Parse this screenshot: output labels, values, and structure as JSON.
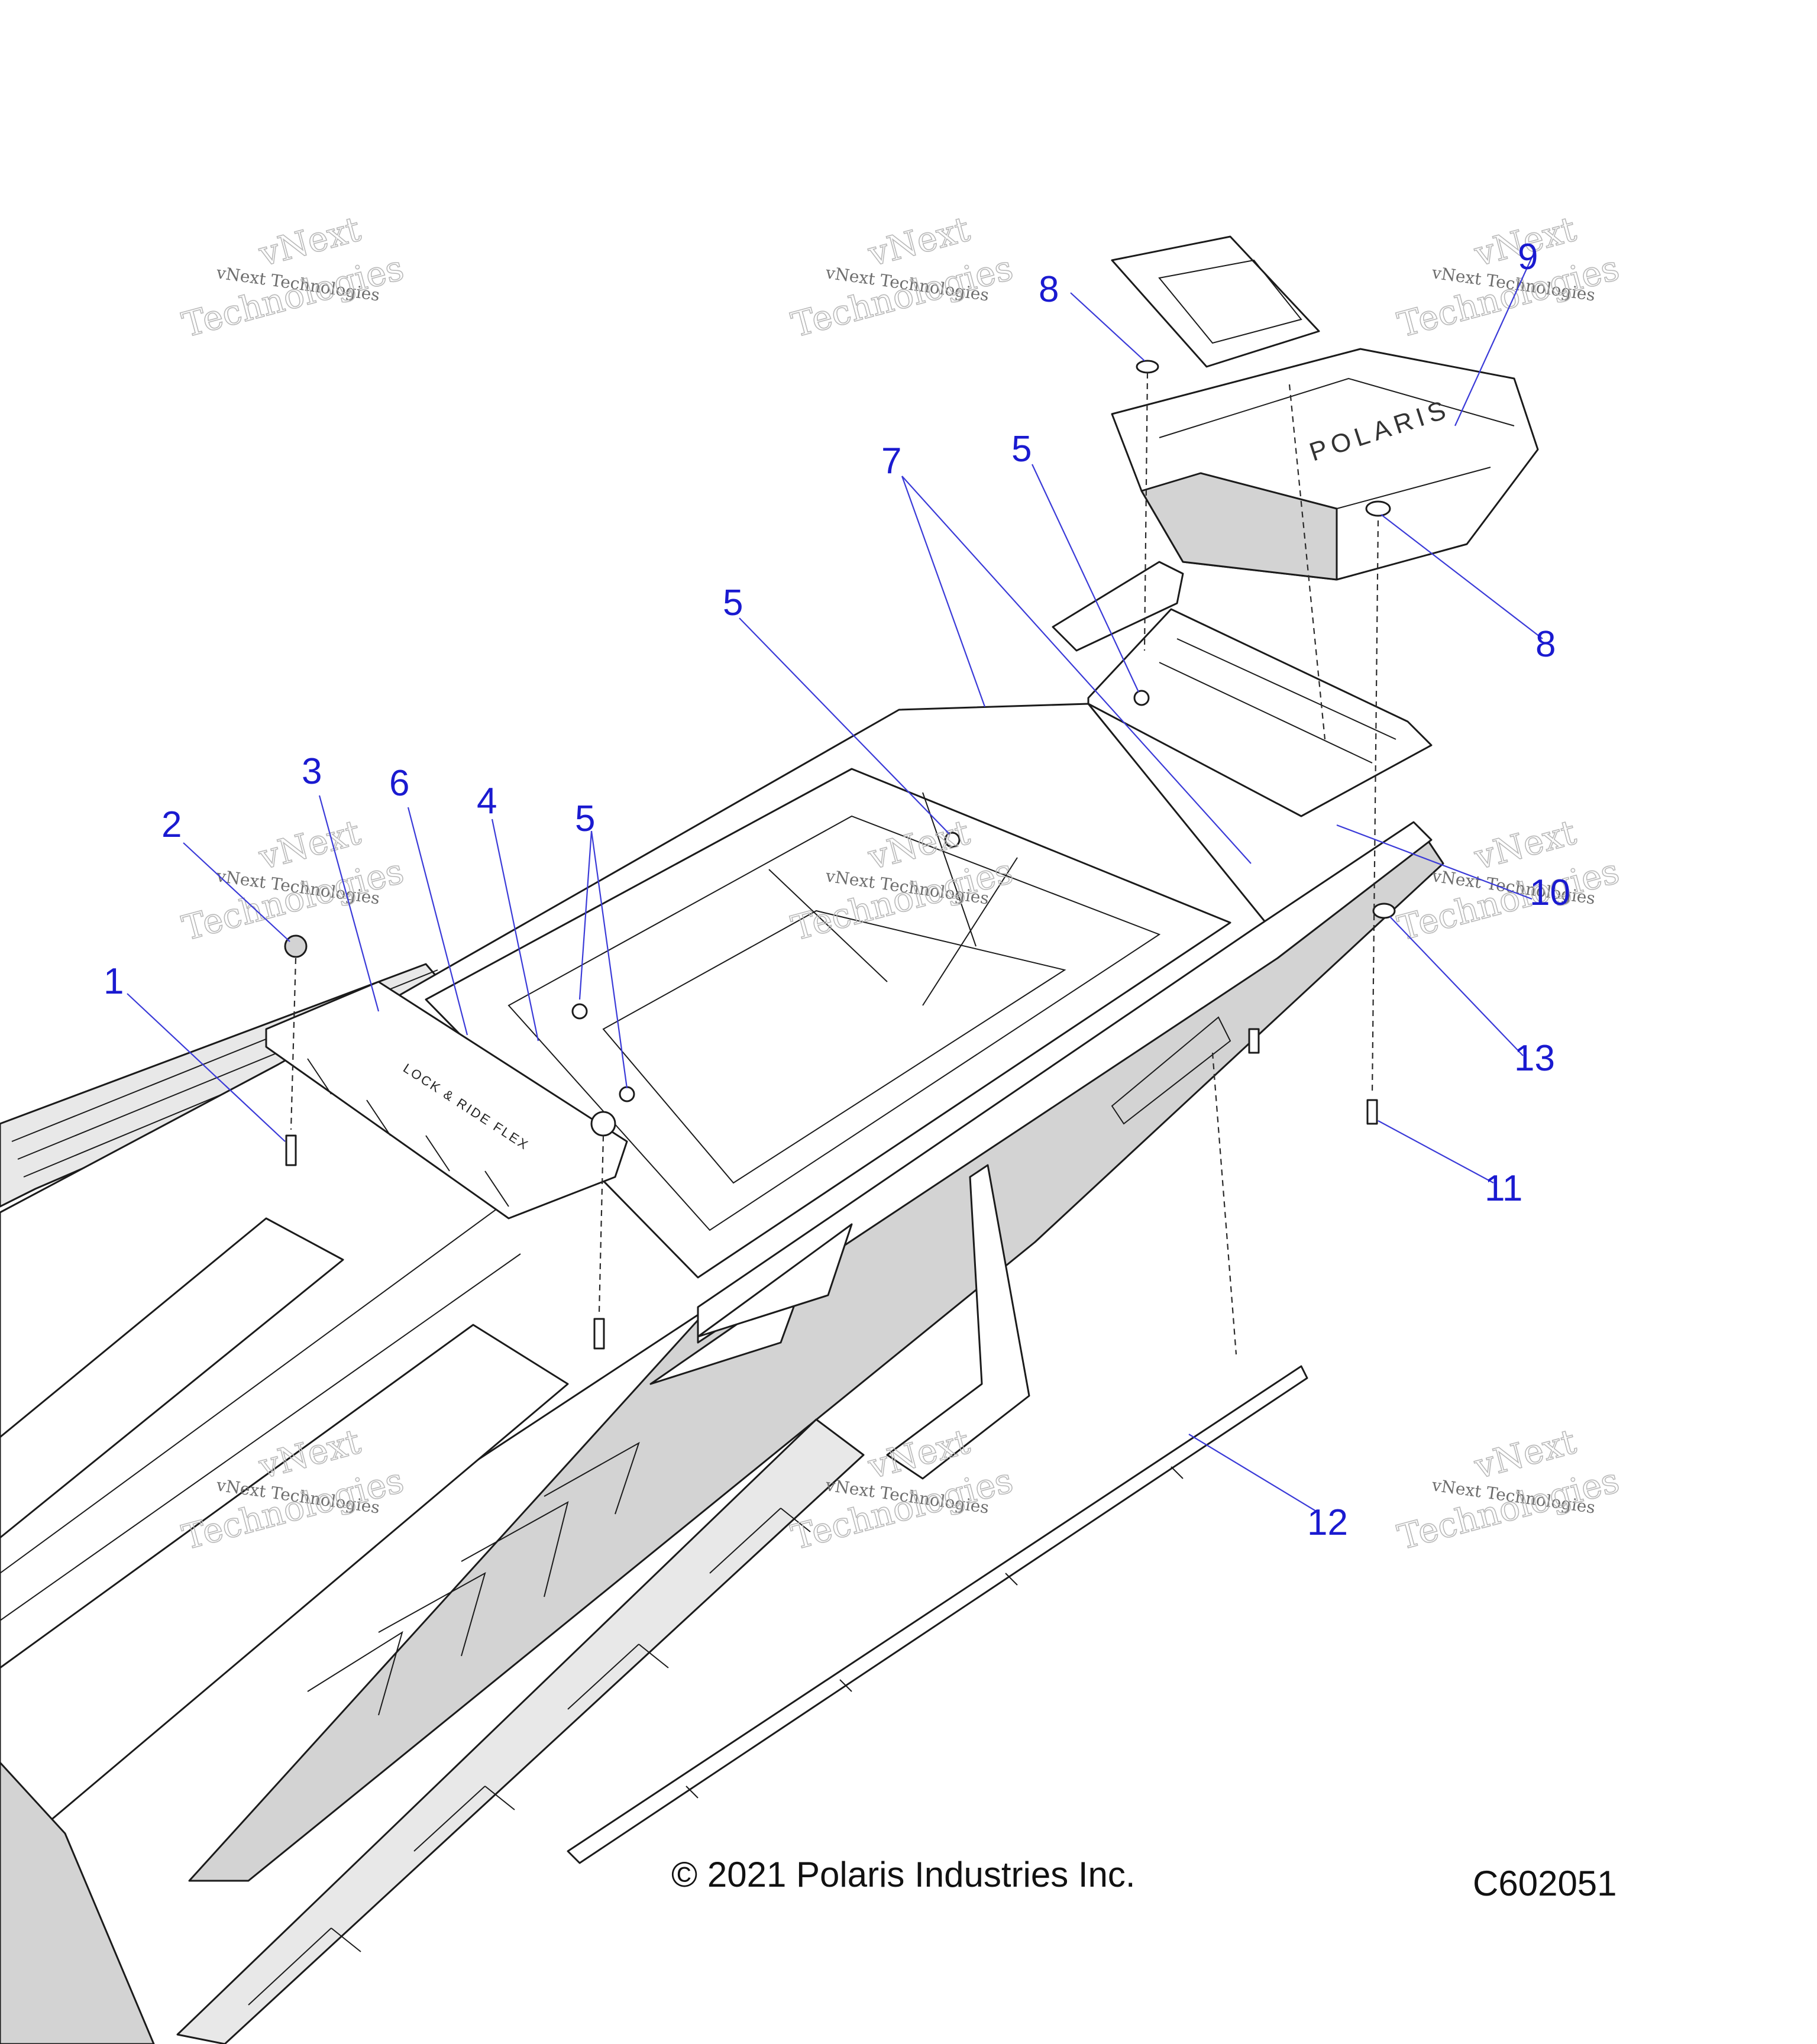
{
  "callouts": [
    {
      "id": "1",
      "label": "1"
    },
    {
      "id": "2",
      "label": "2"
    },
    {
      "id": "3",
      "label": "3"
    },
    {
      "id": "4",
      "label": "4"
    },
    {
      "id": "5a",
      "label": "5"
    },
    {
      "id": "5b",
      "label": "5"
    },
    {
      "id": "5c",
      "label": "5"
    },
    {
      "id": "6",
      "label": "6"
    },
    {
      "id": "7",
      "label": "7"
    },
    {
      "id": "8a",
      "label": "8"
    },
    {
      "id": "8b",
      "label": "8"
    },
    {
      "id": "9",
      "label": "9"
    },
    {
      "id": "10",
      "label": "10"
    },
    {
      "id": "11",
      "label": "11"
    },
    {
      "id": "12",
      "label": "12"
    },
    {
      "id": "13",
      "label": "13"
    }
  ],
  "watermark": {
    "line1": "vNext",
    "line2": "vNext Technologies",
    "line3": "Technologies"
  },
  "decal_text": "LOCK & RIDE FLEX",
  "brand_text": "POLARIS",
  "copyright": "© 2021 Polaris Industries Inc.",
  "diagram_code": "C602051",
  "colors": {
    "callout": "#1a1ad0",
    "line": "#1b1b1b",
    "panel_gray": "#d3d3d3"
  }
}
